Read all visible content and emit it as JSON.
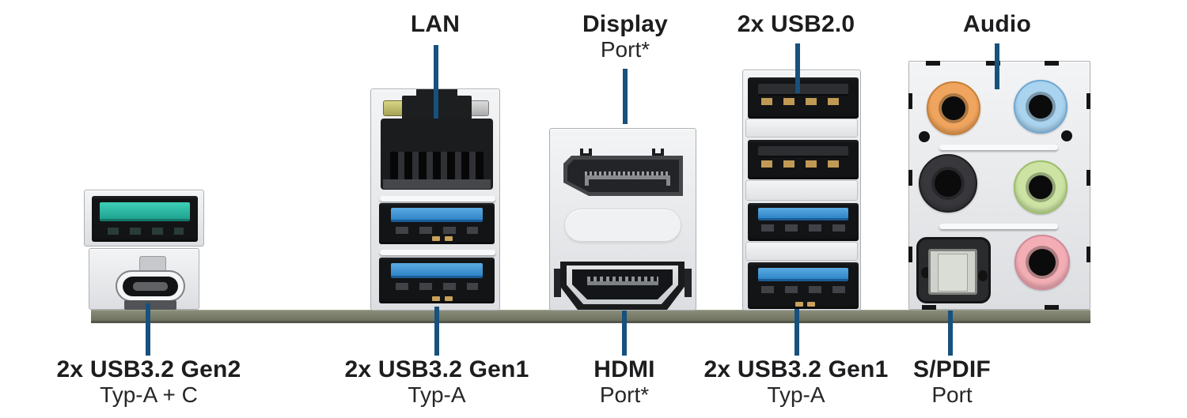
{
  "labels": {
    "top": [
      {
        "title": "LAN",
        "subtitle": ""
      },
      {
        "title": "Display",
        "subtitle": "Port*"
      },
      {
        "title": "2x USB2.0",
        "subtitle": ""
      },
      {
        "title": "Audio",
        "subtitle": ""
      }
    ],
    "bottom": [
      {
        "title": "2x USB3.2 Gen2",
        "subtitle": "Typ-A + C"
      },
      {
        "title": "2x USB3.2 Gen1",
        "subtitle": "Typ-A"
      },
      {
        "title": "HDMI",
        "subtitle": "Port*"
      },
      {
        "title": "2x USB3.2 Gen1",
        "subtitle": "Typ-A"
      },
      {
        "title": "S/PDIF",
        "subtitle": "Port"
      }
    ]
  },
  "colors": {
    "leader_line": "#17517D",
    "label_text": "#1D1D1F",
    "pcb_edge": "#7A7D6A",
    "metal_silver": "#E9EAEC",
    "usb3_tongue_blue": "#3F93D2",
    "usb2_tongue_black": "#2C2E31",
    "usb32_gen2_teal": "#2BBFA9",
    "lan_led_amber": "#B5B25E",
    "lan_led_gray": "#C9C9C9",
    "audio_jack_orange": "#F0A55E",
    "audio_jack_light_blue": "#A9D3EE",
    "audio_jack_black": "#38383C",
    "audio_jack_green": "#CDE3A4",
    "audio_jack_pink": "#F2AEB4"
  },
  "clusters": [
    {
      "name": "usb32-gen2-cluster",
      "ports": [
        "USB-A (teal)",
        "USB-C"
      ]
    },
    {
      "name": "lan-usb3-cluster",
      "ports": [
        "RJ45 LAN",
        "USB-A (blue)",
        "USB-A (blue)"
      ]
    },
    {
      "name": "video-cluster",
      "ports": [
        "DisplayPort",
        "HDMI"
      ]
    },
    {
      "name": "usb-stack",
      "ports": [
        "USB-A (black)",
        "USB-A (black)",
        "USB-A (blue)",
        "USB-A (blue)"
      ]
    },
    {
      "name": "audio-cluster",
      "ports": [
        "3.5mm jack (orange)",
        "3.5mm jack (light blue)",
        "3.5mm jack (black)",
        "3.5mm jack (green)",
        "3.5mm jack (pink)",
        "S/PDIF optical"
      ]
    }
  ]
}
